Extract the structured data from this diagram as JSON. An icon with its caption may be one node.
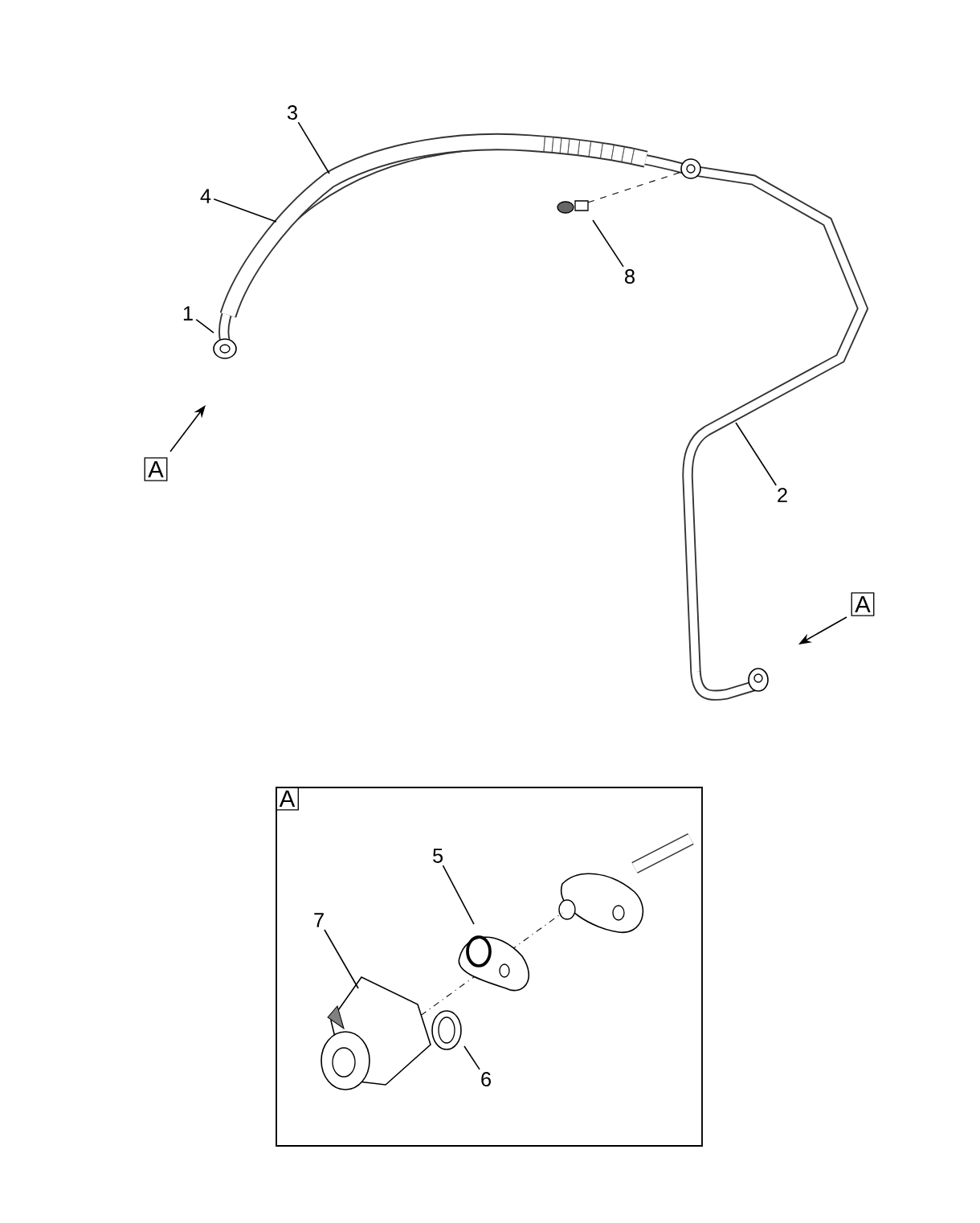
{
  "diagram": {
    "nodes": [
      {
        "text": [
          "1"
        ]
      },
      {
        "text": [
          "4"
        ]
      },
      {
        "text": [
          "3"
        ]
      },
      {
        "text": [
          "8"
        ]
      },
      {
        "text": [
          "2"
        ]
      },
      {
        "text": [
          "A"
        ]
      },
      {
        "text": [
          "5"
        ],
        "in": 5
      },
      {
        "text": [
          "7"
        ],
        "in": 5
      },
      {
        "text": [
          "6"
        ],
        "in": 5
      }
    ],
    "edges": [
      {
        "from": 0,
        "to": null,
        "arrow": "none"
      },
      {
        "from": 1,
        "to": null,
        "arrow": "none"
      },
      {
        "from": 2,
        "to": null,
        "arrow": "none"
      },
      {
        "from": 3,
        "to": null,
        "arrow": "none"
      },
      {
        "from": 4,
        "to": null,
        "arrow": "none"
      },
      {
        "from": 6,
        "to": null,
        "arrow": "none"
      },
      {
        "from": 7,
        "to": null,
        "arrow": "none"
      },
      {
        "from": 8,
        "to": null,
        "arrow": "none"
      }
    ],
    "labels": [
      "A",
      "A"
    ]
  }
}
